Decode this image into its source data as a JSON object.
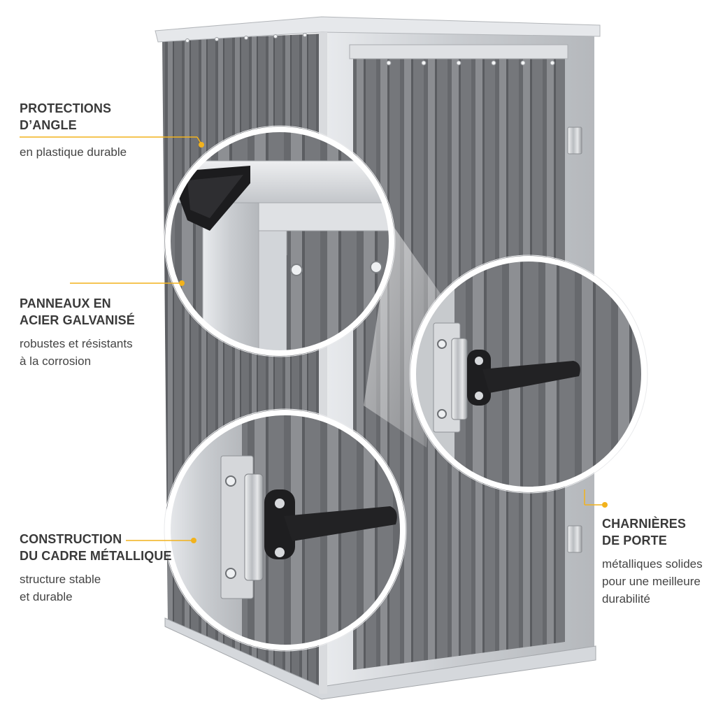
{
  "callouts": {
    "corners": {
      "title_1": "PROTECTIONS",
      "title_2": "D’ANGLE",
      "sub_1": "en plastique durable"
    },
    "panels": {
      "title_1": "PANNEAUX EN",
      "title_2": "ACIER GALVANISÉ",
      "sub_1": "robustes et résistants",
      "sub_2": "à la corrosion"
    },
    "frame": {
      "title_1": "CONSTRUCTION",
      "title_2": "DU CADRE MÉTALLIQUE",
      "sub_1": "structure stable",
      "sub_2": "et durable"
    },
    "hinges": {
      "title_1": "CHARNIÈRES",
      "title_2": "DE PORTE",
      "sub_1": "métalliques solides",
      "sub_2": "pour une meilleure",
      "sub_3": "durabilité"
    }
  },
  "colors": {
    "accent": "#f2b21c",
    "panel_dark": "#6b6d71",
    "panel_light": "#8e9094",
    "frame_aluminium": "#cfd2d6",
    "handle": "#1e1e20",
    "text": "#3a3a3a"
  },
  "icons": {
    "zoom_corner": "corner-protector-detail",
    "zoom_handle": "door-handle-detail",
    "zoom_hinge": "door-hinge-detail"
  }
}
